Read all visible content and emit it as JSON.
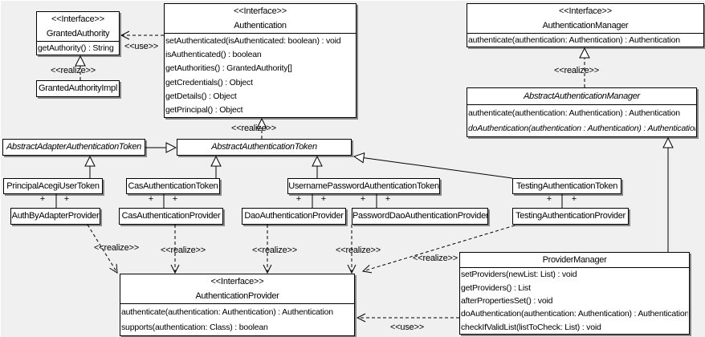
{
  "diagram": {
    "background": "#f0f0f0",
    "node_fill": "#ffffff",
    "node_border": "#000000",
    "node_shadow": "#888888",
    "labels": {
      "use": "<<use>>",
      "realize": "<<realize>>",
      "plus": "+"
    }
  },
  "classes": {
    "granted_authority": {
      "stereotype": "<<Interface>>",
      "name": "GrantedAuthority",
      "methods": [
        "getAuthority() : String"
      ]
    },
    "granted_authority_impl": {
      "name": "GrantedAuthorityImpl"
    },
    "authentication": {
      "stereotype": "<<Interface>>",
      "name": "Authentication",
      "methods": [
        "setAuthenticated(isAuthenticated: boolean) : void",
        "isAuthenticated() : boolean",
        "getAuthorities() : GrantedAuthority[]",
        "getCredentials() : Object",
        "getDetails() : Object",
        "getPrincipal() : Object"
      ]
    },
    "authentication_manager": {
      "stereotype": "<<Interface>>",
      "name": "AuthenticationManager",
      "methods": [
        "authenticate(authentication: Authentication) : Authentication"
      ]
    },
    "abstract_authentication_manager": {
      "name": "AbstractAuthenticationManager",
      "methods": [
        "authenticate(authentication: Authentication) : Authentication",
        "doAuthentication(authentication : Authentication) : Authentication"
      ]
    },
    "abstract_adapter_authentication_token": {
      "name": "AbstractAdapterAuthenticationToken"
    },
    "abstract_authentication_token": {
      "name": "AbstractAuthenticationToken"
    },
    "principal_acegi_user_token": {
      "name": "PrincipalAcegiUserToken"
    },
    "cas_authentication_token": {
      "name": "CasAuthenticationToken"
    },
    "username_password_authentication_token": {
      "name": "UsernamePasswordAuthenticationToken"
    },
    "testing_authentication_token": {
      "name": "TestingAuthenticationToken"
    },
    "auth_by_adapter_provider": {
      "name": "AuthByAdapterProvider"
    },
    "cas_authentication_provider": {
      "name": "CasAuthenticationProvider"
    },
    "dao_authentication_provider": {
      "name": "DaoAuthenticationProvider"
    },
    "password_dao_authentication_provider": {
      "name": "PasswordDaoAuthenticationProvider"
    },
    "testing_authentication_provider": {
      "name": "TestingAuthenticationProvider"
    },
    "authentication_provider": {
      "stereotype": "<<Interface>>",
      "name": "AuthenticationProvider",
      "methods": [
        "authenticate(authentication: Authentication) : Authentication",
        "supports(authentication: Class) : boolean"
      ]
    },
    "provider_manager": {
      "name": "ProviderManager",
      "methods": [
        "setProviders(newList: List) : void",
        "getProviders() : List",
        "afterPropertiesSet() : void",
        "doAuthentication(authentication: Authentication) : Authentication",
        "checkIfValidList(listToCheck: List) : void"
      ]
    }
  }
}
